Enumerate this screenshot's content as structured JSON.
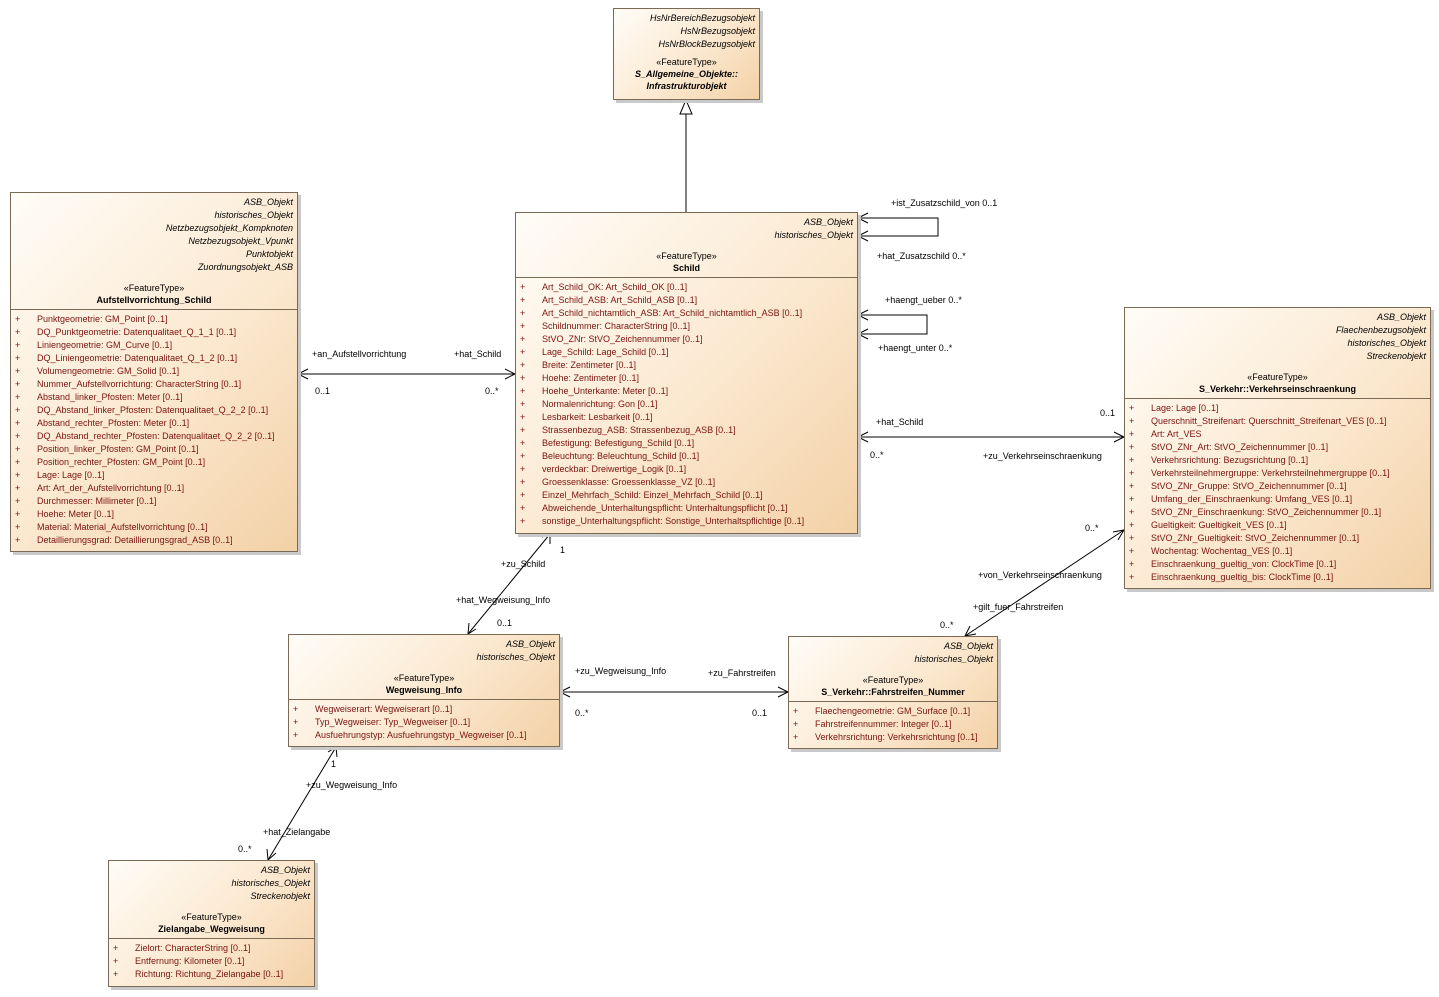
{
  "classes": {
    "infrastrukturobjekt": {
      "tagged_values": [
        "HsNrBereichBezugsobjekt",
        "HsNrBezugsobjekt",
        "HsNrBlockBezugsobjekt"
      ],
      "stereotype": "«FeatureType»",
      "name_lines": [
        "S_Allgemeine_Objekte::",
        "Infrastrukturobjekt"
      ],
      "attributes": []
    },
    "aufstellvorrichtung": {
      "tagged_values": [
        "ASB_Objekt",
        "historisches_Objekt",
        "Netzbezugsobjekt_Kompknoten",
        "Netzbezugsobjekt_Vpunkt",
        "Punktobjekt",
        "Zuordnungsobjekt_ASB"
      ],
      "stereotype": "«FeatureType»",
      "name_lines": [
        "Aufstellvorrichtung_Schild"
      ],
      "attributes": [
        "Punktgeometrie: GM_Point [0..1]",
        "DQ_Punktgeometrie: Datenqualitaet_Q_1_1 [0..1]",
        "Liniengeometrie: GM_Curve [0..1]",
        "DQ_Liniengeometrie: Datenqualitaet_Q_1_2 [0..1]",
        "Volumengeometrie: GM_Solid [0..1]",
        "Nummer_Aufstellvorrichtung: CharacterString [0..1]",
        "Abstand_linker_Pfosten: Meter [0..1]",
        "DQ_Abstand_linker_Pfosten: Datenqualitaet_Q_2_2 [0..1]",
        "Abstand_rechter_Pfosten: Meter [0..1]",
        "DQ_Abstand_rechter_Pfosten: Datenqualitaet_Q_2_2 [0..1]",
        "Position_linker_Pfosten: GM_Point [0..1]",
        "Position_rechter_Pfosten: GM_Point [0..1]",
        "Lage: Lage [0..1]",
        "Art: Art_der_Aufstellvorrichtung [0..1]",
        "Durchmesser: Millimeter [0..1]",
        "Hoehe: Meter [0..1]",
        "Material: Material_Aufstellvorrichtung [0..1]",
        "Detaillierungsgrad: Detaillierungsgrad_ASB [0..1]"
      ]
    },
    "schild": {
      "tagged_values": [
        "ASB_Objekt",
        "historisches_Objekt"
      ],
      "stereotype": "«FeatureType»",
      "name_lines": [
        "Schild"
      ],
      "attributes": [
        "Art_Schild_OK: Art_Schild_OK [0..1]",
        "Art_Schild_ASB: Art_Schild_ASB [0..1]",
        "Art_Schild_nichtamtlich_ASB: Art_Schild_nichtamtlich_ASB [0..1]",
        "Schildnummer: CharacterString [0..1]",
        "StVO_ZNr: StVO_Zeichennummer [0..1]",
        "Lage_Schild: Lage_Schild [0..1]",
        "Breite: Zentimeter [0..1]",
        "Hoehe: Zentimeter [0..1]",
        "Hoehe_Unterkante: Meter [0..1]",
        "Normalenrichtung: Gon [0..1]",
        "Lesbarkeit: Lesbarkeit [0..1]",
        "Strassenbezug_ASB: Strassenbezug_ASB [0..1]",
        "Befestigung: Befestigung_Schild [0..1]",
        "Beleuchtung: Beleuchtung_Schild [0..1]",
        "verdeckbar: Dreiwertige_Logik [0..1]",
        "Groessenklasse: Groessenklasse_VZ [0..1]",
        "Einzel_Mehrfach_Schild: Einzel_Mehrfach_Schild [0..1]",
        "Abweichende_Unterhaltungspflicht: Unterhaltungspflicht [0..1]",
        "sonstige_Unterhaltungspflicht: Sonstige_Unterhaltspflichtige [0..1]"
      ]
    },
    "verkehrseinschraenkung": {
      "tagged_values": [
        "ASB_Objekt",
        "Flaechenbezugsobjekt",
        "historisches_Objekt",
        "Streckenobjekt"
      ],
      "stereotype": "«FeatureType»",
      "name_lines": [
        "S_Verkehr::Verkehrseinschraenkung"
      ],
      "attributes": [
        "Lage: Lage [0..1]",
        "Querschnitt_Streifenart: Querschnitt_Streifenart_VES [0..1]",
        "Art: Art_VES",
        "StVO_ZNr_Art: StVO_Zeichennummer [0..1]",
        "Verkehrsrichtung: Bezugsrichtung [0..1]",
        "Verkehrsteilnehmergruppe: Verkehrsteilnehmergruppe [0..1]",
        "StVO_ZNr_Gruppe: StVO_Zeichennummer [0..1]",
        "Umfang_der_Einschraenkung: Umfang_VES [0..1]",
        "StVO_ZNr_Einschraenkung: StVO_Zeichennummer [0..1]",
        "Gueltigkeit: Gueltigkeit_VES [0..1]",
        "StVO_ZNr_Gueltigkeit: StVO_Zeichennummer [0..1]",
        "Wochentag: Wochentag_VES [0..1]",
        "Einschraenkung_gueltig_von: ClockTime [0..1]",
        "Einschraenkung_gueltig_bis: ClockTime [0..1]"
      ]
    },
    "wegweisung_info": {
      "tagged_values": [
        "ASB_Objekt",
        "historisches_Objekt"
      ],
      "stereotype": "«FeatureType»",
      "name_lines": [
        "Wegweisung_Info"
      ],
      "attributes": [
        "Wegweiserart: Wegweiserart [0..1]",
        "Typ_Wegweiser: Typ_Wegweiser [0..1]",
        "Ausfuehrungstyp: Ausfuehrungstyp_Wegweiser [0..1]"
      ]
    },
    "fahrstreifen_nummer": {
      "tagged_values": [
        "ASB_Objekt",
        "historisches_Objekt"
      ],
      "stereotype": "«FeatureType»",
      "name_lines": [
        "S_Verkehr::Fahrstreifen_Nummer"
      ],
      "attributes": [
        "Flaechengeometrie: GM_Surface [0..1]",
        "Fahrstreifennummer: Integer [0..1]",
        "Verkehrsrichtung: Verkehrsrichtung [0..1]"
      ]
    },
    "zielangabe": {
      "tagged_values": [
        "ASB_Objekt",
        "historisches_Objekt",
        "Streckenobjekt"
      ],
      "stereotype": "«FeatureType»",
      "name_lines": [
        "Zielangabe_Wegweisung"
      ],
      "attributes": [
        "Zielort: CharacterString [0..1]",
        "Entfernung: Kilometer [0..1]",
        "Richtung: Richtung_Zielangabe [0..1]"
      ]
    }
  },
  "attribute_visibility": "+",
  "edge_labels": {
    "an_aufstellvorrichtung": "+an_Aufstellvorrichtung",
    "aufstell_mult": "0..1",
    "hat_schild_1": "+hat_Schild",
    "hat_schild_1_mult": "0..*",
    "ist_zusatzschild_von": "+ist_Zusatzschild_von 0..1",
    "hat_zusatzschild": "+hat_Zusatzschild 0..*",
    "haengt_ueber": "+haengt_ueber 0..*",
    "haengt_unter": "+haengt_unter 0..*",
    "hat_schild_2": "+hat_Schild",
    "hat_schild_2_mult": "0..*",
    "zu_verkehrseinschraenkung": "+zu_Verkehrseinschraenkung",
    "verkehrseinschraenkung_mult": "0..1",
    "zu_schild": "+zu_Schild",
    "zu_schild_mult": "1",
    "hat_wegweisung_info": "+hat_Wegweisung_Info",
    "hat_wegweisung_info_mult": "0..1",
    "von_verkehrseinschraenkung": "+von_Verkehrseinschraenkung",
    "von_verkehrseinschraenkung_mult": "0..*",
    "gilt_fuer_fahrstreifen": "+gilt_fuer_Fahrstreifen",
    "gilt_fuer_fahrstreifen_mult": "0..*",
    "zu_wegweisung_info_1": "+zu_Wegweisung_Info",
    "zu_wegweisung_info_1_mult": "0..*",
    "zu_fahrstreifen": "+zu_Fahrstreifen",
    "zu_fahrstreifen_mult": "0..1",
    "zu_wegweisung_info_2": "+zu_Wegweisung_Info",
    "zu_wegweisung_info_2_mult": "1",
    "hat_zielangabe": "+hat_Zielangabe",
    "hat_zielangabe_mult": "0..*"
  },
  "colors": {
    "attribute_text": "#7a1410",
    "border": "#7a6a55",
    "fill_light": "#fffdf8",
    "fill_dark": "#f3d1a6"
  }
}
